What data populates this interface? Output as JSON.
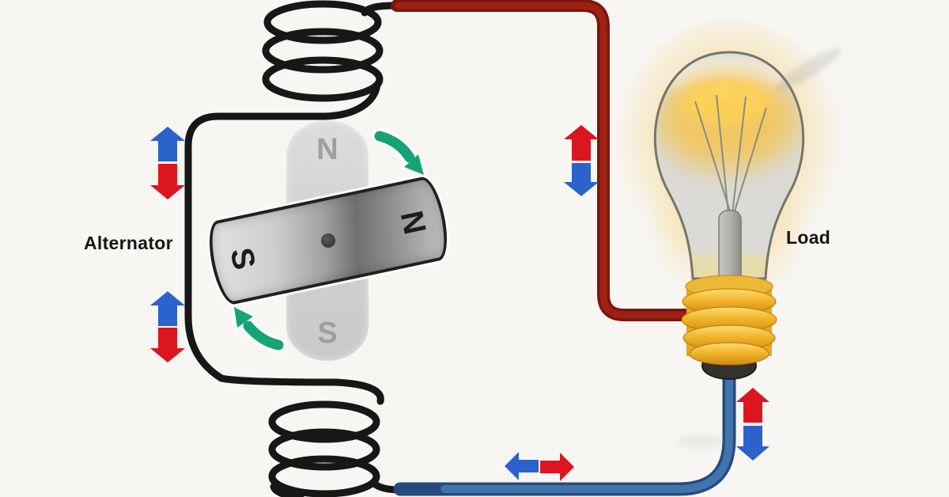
{
  "diagram": {
    "labels": {
      "alternator": "Alternator",
      "load": "Load"
    },
    "stator_magnet": {
      "top_pole": "N",
      "bottom_pole": "S"
    },
    "rotor_magnet": {
      "left_pole": "S",
      "right_pole": "N"
    },
    "colors": {
      "background": "#f7f6f3",
      "wire_black": "#171717",
      "wire_red_casing": "#7c150d",
      "wire_red_core": "#9e2114",
      "wire_blue_casing": "#26497e",
      "wire_blue_core": "#4273ac",
      "arrow_red": "#dc1620",
      "arrow_blue": "#2b62cc",
      "arrow_green": "#18a377",
      "bulb_glow": "#f6c24a",
      "screw_gold": "#e8a81c"
    }
  }
}
